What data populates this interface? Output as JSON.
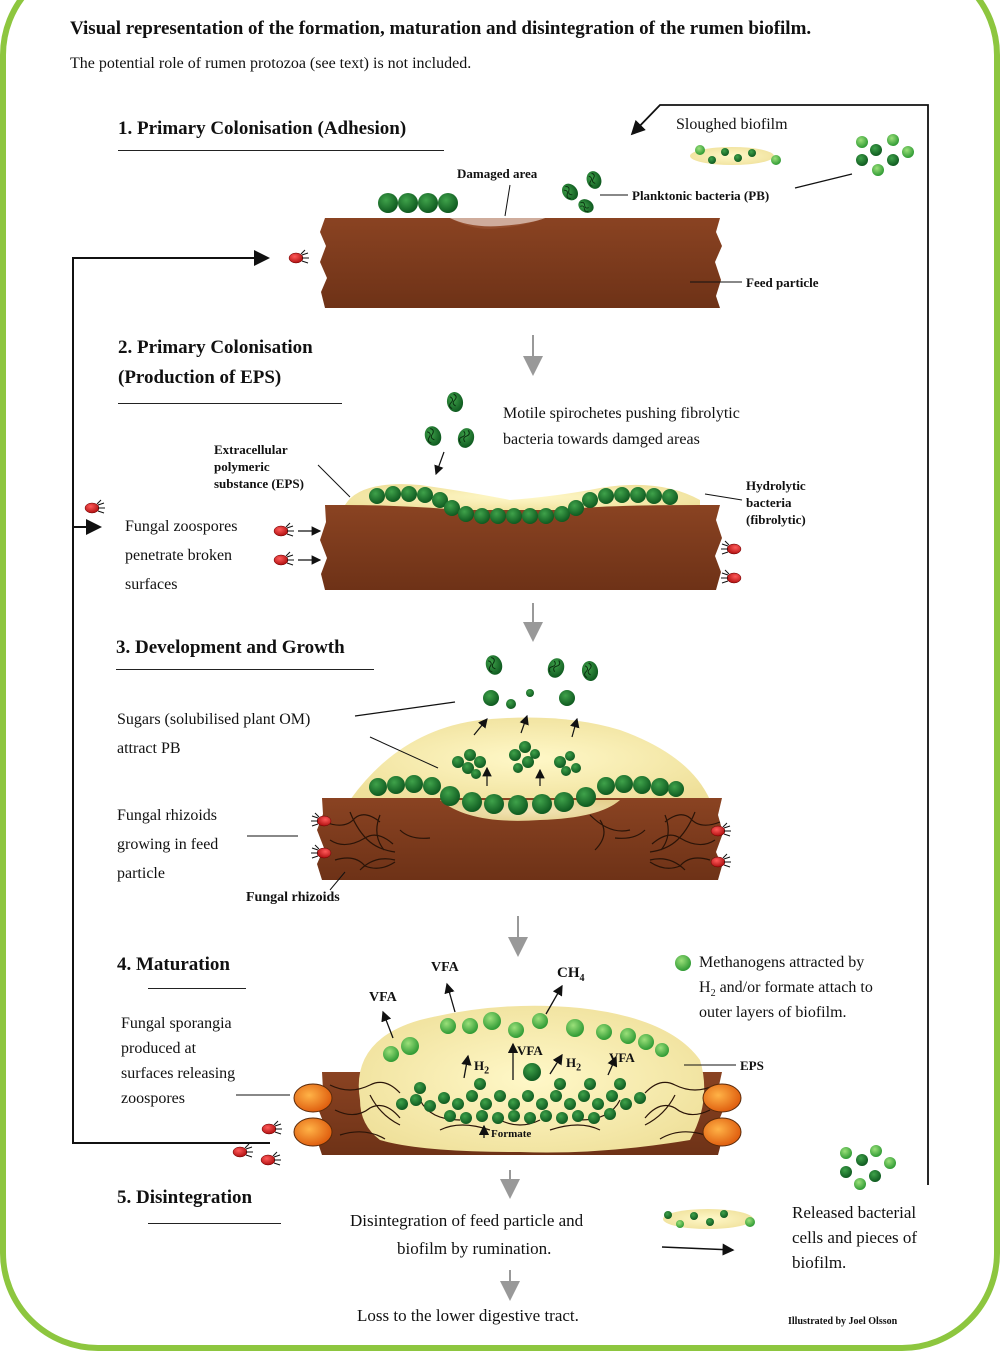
{
  "title": "Visual representation of the formation, maturation and disintegration of the rumen biofilm.",
  "subtitle": "The potential role of rumen protozoa (see text) is not included.",
  "credit": "Illustrated by Joel Olsson",
  "stage1": {
    "heading": "1. Primary Colonisation (Adhesion)",
    "damaged_area": "Damaged area",
    "planktonic": "Planktonic bacteria (PB)",
    "feed_particle": "Feed particle",
    "sloughed": "Sloughed biofilm"
  },
  "stage2": {
    "heading_line1": "2. Primary Colonisation",
    "heading_line2": "(Production of EPS)",
    "spirochetes_line1": "Motile spirochetes pushing fibrolytic",
    "spirochetes_line2": "bacteria towards damged areas",
    "eps_line1": "Extracellular",
    "eps_line2": "polymeric",
    "eps_line3": "substance (EPS)",
    "hydrolytic_line1": "Hydrolytic",
    "hydrolytic_line2": "bacteria",
    "hydrolytic_line3": "(fibrolytic)",
    "zoospores_line1": "Fungal zoospores",
    "zoospores_line2": "penetrate broken",
    "zoospores_line3": "surfaces"
  },
  "stage3": {
    "heading": "3. Development and Growth",
    "sugars_line1": "Sugars (solubilised plant OM)",
    "sugars_line2": "attract PB",
    "rhizoids_line1": "Fungal rhizoids",
    "rhizoids_line2": "growing in feed",
    "rhizoids_line3": "particle",
    "rhizoids_label": "Fungal rhizoids"
  },
  "stage4": {
    "heading": "4. Maturation",
    "sporangia_line1": "Fungal sporangia",
    "sporangia_line2": "produced at",
    "sporangia_line3": "surfaces releasing",
    "sporangia_line4": "zoospores",
    "vfa": "VFA",
    "ch4_base": "CH",
    "ch4_sub": "4",
    "h2_base": "H",
    "h2_sub": "2",
    "formate": "Formate",
    "eps": "EPS",
    "methanogens_line1": "Methanogens attracted by",
    "methanogens_line2_a": "H",
    "methanogens_line2_sub": "2",
    "methanogens_line2_b": " and/or formate attach to",
    "methanogens_line3": "outer layers of biofilm."
  },
  "stage5": {
    "heading": "5. Disintegration",
    "disintegration_line1": "Disintegration of feed particle and",
    "disintegration_line2": "biofilm by rumination.",
    "loss": "Loss to the lower digestive tract.",
    "released_line1": "Released bacterial",
    "released_line2": "cells and pieces of",
    "released_line3": "biofilm."
  },
  "colors": {
    "frame": "#8dc63f",
    "feed_particle": "#7a3b1e",
    "eps": "#f5ecaa",
    "bacteria": "#1e7a2e",
    "methanogen": "#4fb848",
    "zoospore": "#d32027",
    "sporangium": "#f07f14"
  }
}
